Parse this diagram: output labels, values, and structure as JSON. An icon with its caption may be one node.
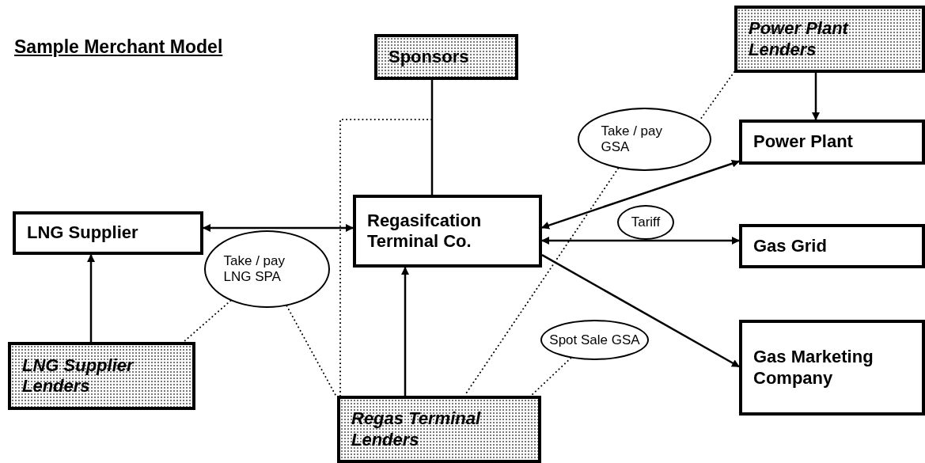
{
  "diagram": {
    "title": "Sample Merchant Model",
    "nodes": [
      {
        "text": [
          "Sponsors"
        ]
      },
      {
        "text": [
          "Power Plant Lenders"
        ]
      },
      {
        "text": [
          "Power Plant"
        ]
      },
      {
        "text": [
          "LNG Supplier"
        ]
      },
      {
        "text": [
          "Regasifcation Terminal Co."
        ]
      },
      {
        "text": [
          "Gas Grid"
        ]
      },
      {
        "text": [
          "Take / pay LNG SPA"
        ]
      },
      {
        "text": [
          "Take / pay GSA"
        ]
      },
      {
        "text": [
          "Tariff"
        ]
      },
      {
        "text": [
          "LNG Supplier Lenders"
        ]
      },
      {
        "text": [
          "Spot Sale GSA"
        ]
      },
      {
        "text": [
          "Gas Marketing Company"
        ]
      },
      {
        "text": [
          "Regas Terminal Lenders"
        ]
      }
    ],
    "edges": [
      {
        "from": 0,
        "to": 4,
        "arrow": "none"
      },
      {
        "from": 1,
        "to": 2,
        "arrow": "to"
      },
      {
        "from": 3,
        "to": 4,
        "arrow": "both"
      },
      {
        "from": 9,
        "to": 3,
        "arrow": "to"
      },
      {
        "from": 12,
        "to": 4,
        "arrow": "to"
      },
      {
        "from": 4,
        "to": 2,
        "arrow": "both"
      },
      {
        "from": 4,
        "to": 5,
        "arrow": "both"
      },
      {
        "from": 4,
        "to": 11,
        "arrow": "to"
      },
      {
        "from": 6,
        "to": 9,
        "arrow": "none",
        "style": "dashed"
      },
      {
        "from": 6,
        "to": 12,
        "arrow": "none",
        "style": "dashed"
      },
      {
        "from": 12,
        "to": null,
        "arrow": "none",
        "style": "dashed"
      },
      {
        "from": 1,
        "to": 7,
        "arrow": "none",
        "style": "dashed"
      },
      {
        "from": 7,
        "to": 12,
        "arrow": "none",
        "style": "dashed"
      },
      {
        "from": 10,
        "to": 12,
        "arrow": "none",
        "style": "dashed"
      }
    ]
  }
}
